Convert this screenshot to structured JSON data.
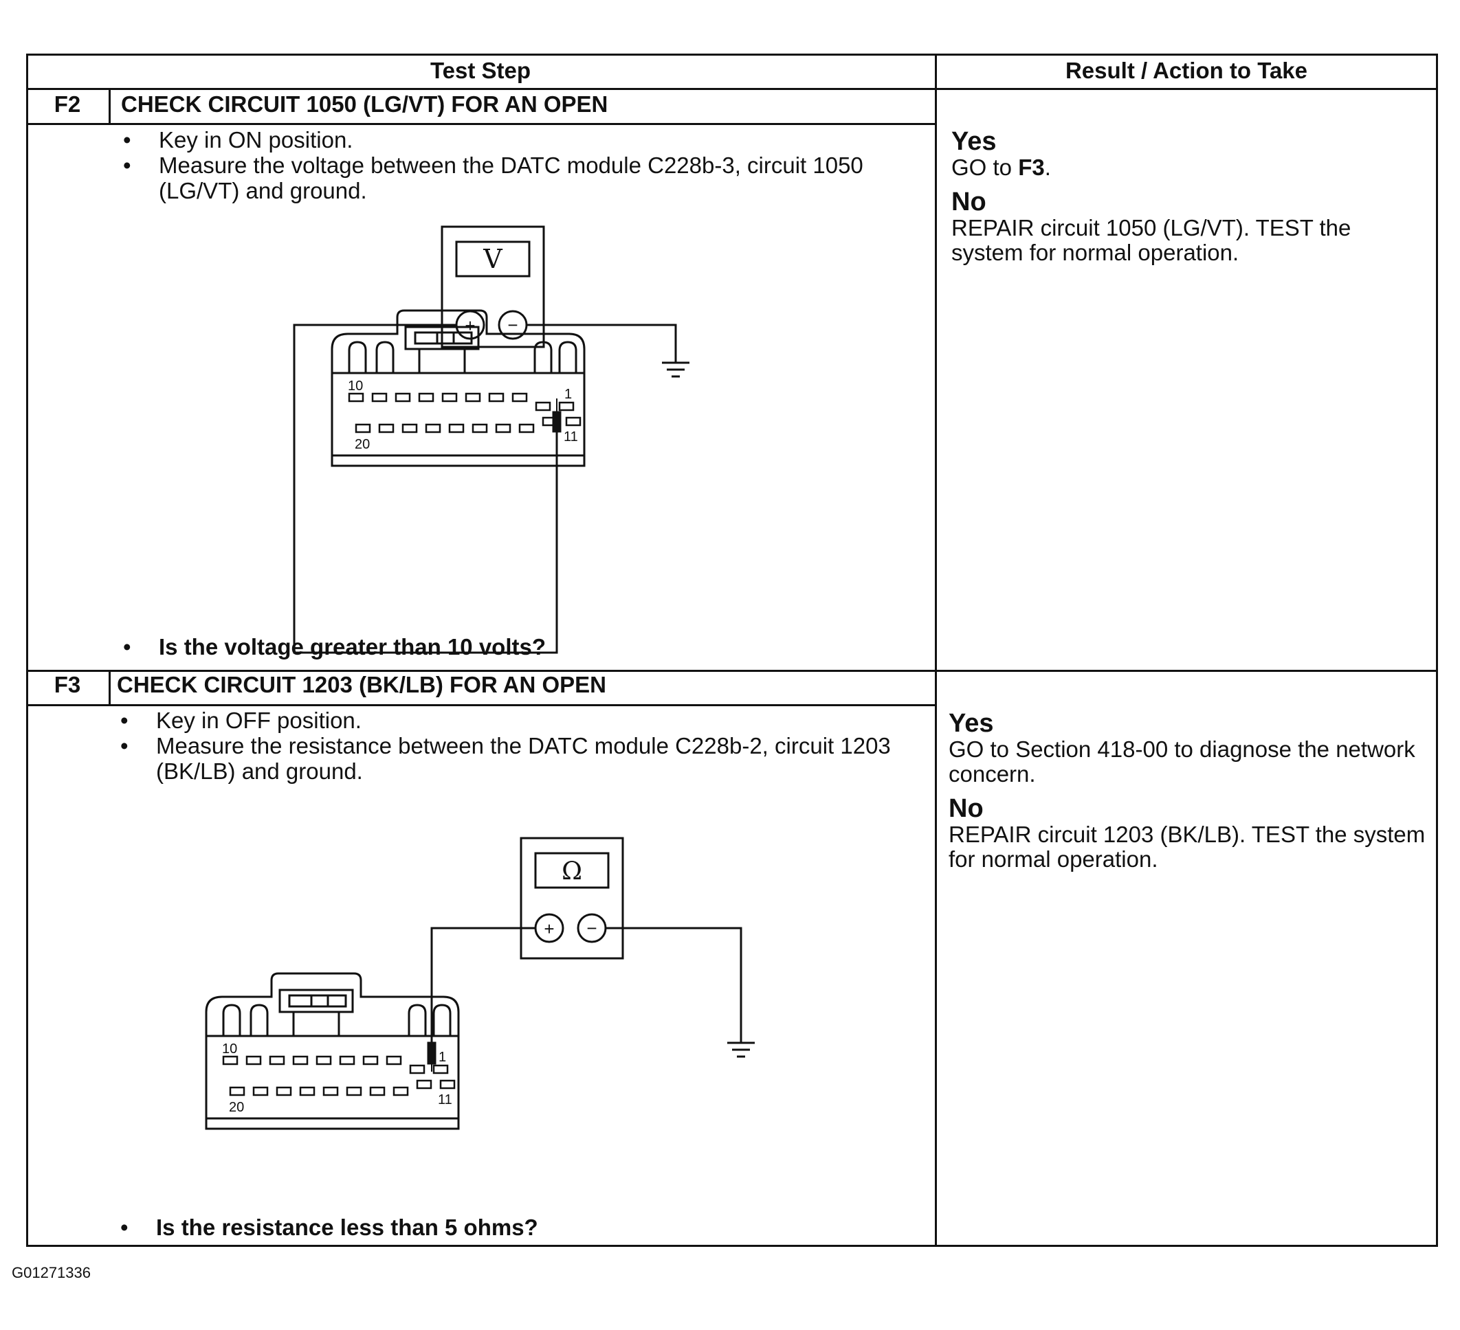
{
  "table": {
    "headers": {
      "test_step": "Test Step",
      "result_action": "Result / Action to Take"
    },
    "steps": [
      {
        "id": "F2",
        "title": "CHECK CIRCUIT 1050 (LG/VT) FOR AN OPEN",
        "bullets": [
          "Key in ON position.",
          "Measure the voltage between the DATC module C228b-3, circuit 1050 (LG/VT) and ground."
        ],
        "question": "Is the voltage greater than 10 volts?",
        "diagram": {
          "meter_symbol": "V",
          "plus_label": "+",
          "minus_label": "−",
          "pin_top_left": "10",
          "pin_top_right": "1",
          "pin_bottom_left": "20",
          "pin_bottom_right": "11"
        },
        "yes": {
          "label": "Yes",
          "text": "GO to ",
          "target": "F3",
          "suffix": "."
        },
        "no": {
          "label": "No",
          "text": "REPAIR circuit 1050 (LG/VT). TEST the system for normal operation."
        }
      },
      {
        "id": "F3",
        "title": "CHECK CIRCUIT 1203 (BK/LB) FOR AN OPEN",
        "bullets": [
          "Key in OFF position.",
          "Measure the resistance between the DATC module C228b-2, circuit 1203 (BK/LB) and ground."
        ],
        "question": "Is the resistance less than 5 ohms?",
        "diagram": {
          "meter_symbol": "Ω",
          "plus_label": "+",
          "minus_label": "−",
          "pin_top_left": "10",
          "pin_top_right": "1",
          "pin_bottom_left": "20",
          "pin_bottom_right": "11"
        },
        "yes": {
          "label": "Yes",
          "text": "GO to Section 418-00  to diagnose the network concern."
        },
        "no": {
          "label": "No",
          "text": "REPAIR circuit 1203 (BK/LB). TEST the system for normal operation."
        }
      }
    ]
  },
  "figure_id": "G01271336",
  "bullet_glyph": "•"
}
